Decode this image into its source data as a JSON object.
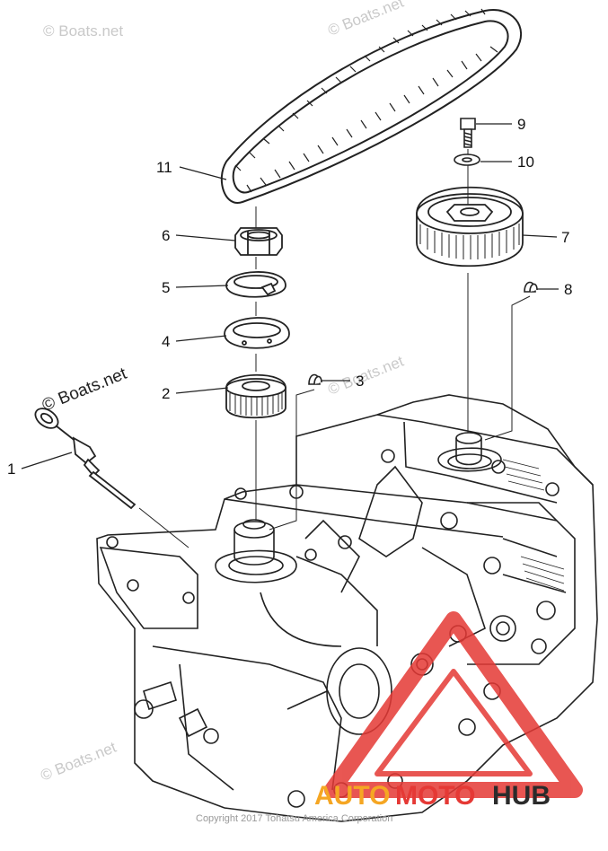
{
  "callouts": [
    {
      "id": "1",
      "label": "1"
    },
    {
      "id": "2",
      "label": "2"
    },
    {
      "id": "3",
      "label": "3"
    },
    {
      "id": "4",
      "label": "4"
    },
    {
      "id": "5",
      "label": "5"
    },
    {
      "id": "6",
      "label": "6"
    },
    {
      "id": "7",
      "label": "7"
    },
    {
      "id": "8",
      "label": "8"
    },
    {
      "id": "9",
      "label": "9"
    },
    {
      "id": "10",
      "label": "10"
    },
    {
      "id": "11",
      "label": "11"
    }
  ],
  "watermarks": {
    "faint": "© Boats.net",
    "dark": "© Boats.net"
  },
  "copyright": "Copyright 2017 Tohatsu America Corporation",
  "logo": {
    "part1": "AUTO",
    "part2": "MOTO",
    "part3": "HUB",
    "color_auto": "#f5a623",
    "color_moto": "#e53935",
    "color_hub": "#2b2b2b",
    "triangle_color": "#e53935"
  }
}
